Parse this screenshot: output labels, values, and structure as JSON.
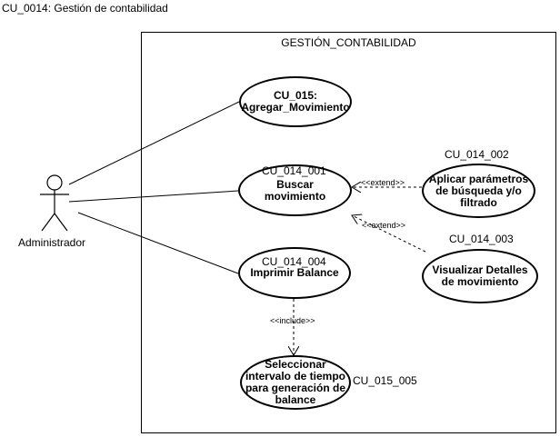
{
  "caption": "CU_0014: Gestión de contabilidad",
  "system": {
    "title": "GESTIÓN_CONTABILIDAD"
  },
  "actor": {
    "name": "Administrador"
  },
  "use_cases": {
    "agregar": {
      "name": "CU_015:\nAgregar_Movimiento"
    },
    "buscar": {
      "id": "CU_014_001",
      "name": "Buscar\nmovimiento"
    },
    "aplicar": {
      "id": "CU_014_002",
      "name": "Aplicar parámetros\nde búsqueda y/o\nfiltrado"
    },
    "visualizar": {
      "id": "CU_014_003",
      "name": "Visualizar Detalles\nde movimiento"
    },
    "imprimir": {
      "id": "CU_014_004",
      "name": "Imprimir Balance"
    },
    "seleccionar": {
      "id": "CU_015_005",
      "name": "Seleccionar\nintervalo de tiempo\npara generación de\nbalance"
    }
  },
  "relations": {
    "extend_1": "<<extend>>",
    "extend_2": "<<extend>>",
    "include_1": "<<include>>"
  }
}
